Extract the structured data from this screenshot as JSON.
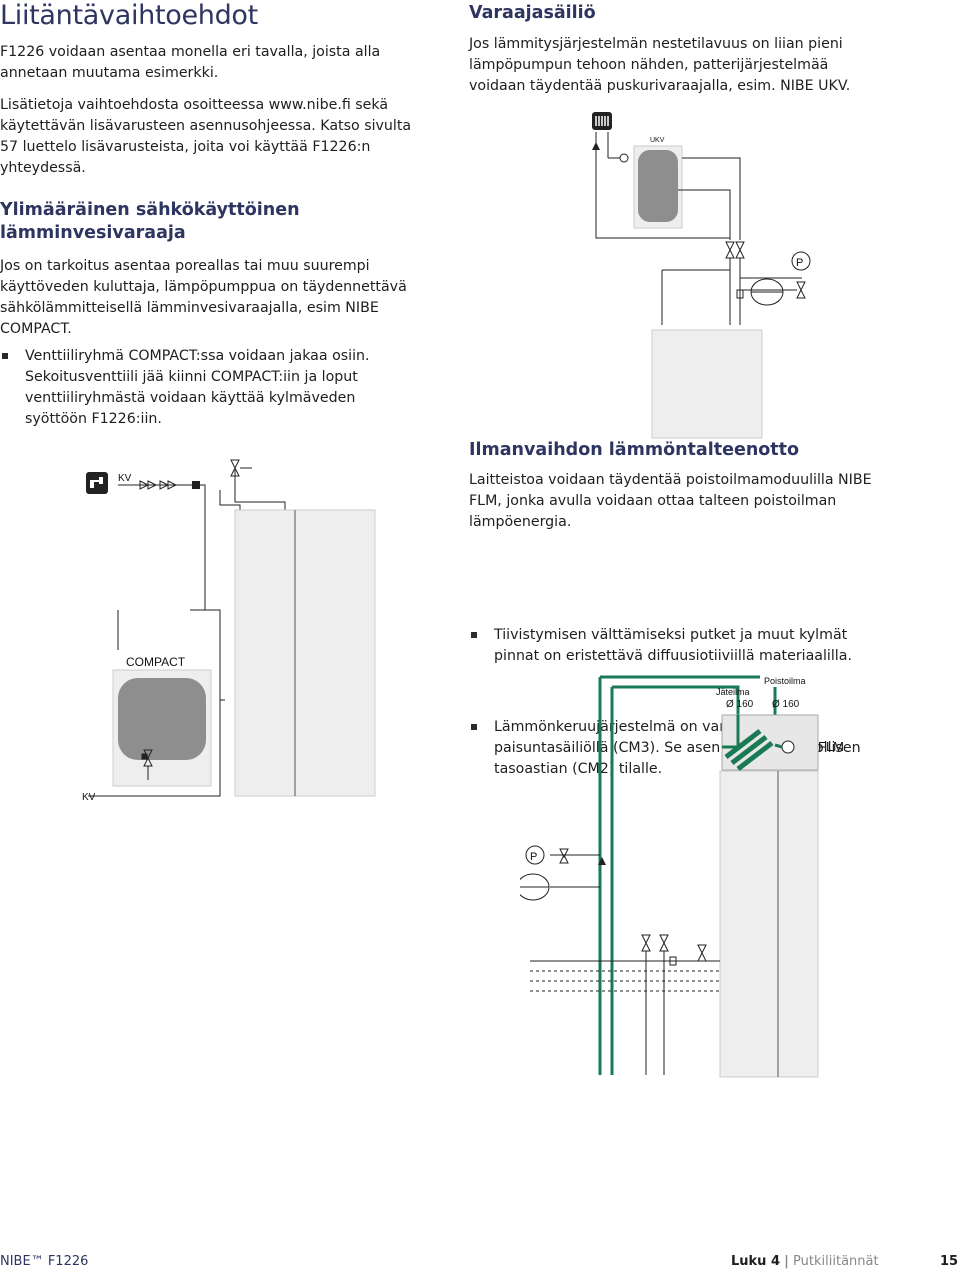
{
  "page": {
    "title": "Liitäntävaihtoehdot"
  },
  "intro": {
    "p1": "F1226 voidaan asentaa monella eri tavalla, joista alla annetaan muutama esimerkki.",
    "p2": "Lisätietoja vaihtoehdosta osoitteessa www.nibe.fi sekä käytettävän lisävarusteen asennusohjeessa. Katso sivulta 57 luettelo lisävarusteista, joita voi käyttää F1226:n yhteydessä."
  },
  "section_water_heater": {
    "heading": "Ylimääräinen sähkökäyttöinen lämminvesivaraaja",
    "body": "Jos on tarkoitus asentaa poreallas tai muu suurempi käyttöveden kuluttaja, lämpöpumppua on täydennettävä sähkölämmitteisellä lämminvesivaraajalla, esim NIBE COMPACT.",
    "bullets": [
      "Venttiiliryhmä COMPACT:ssa voidaan jakaa osiin. Sekoitusventtiili jää kiinni COMPACT:iin ja loput venttiiliryhmästä voidaan käyttää kylmäveden syöttöön F1226:iin."
    ]
  },
  "section_buffer": {
    "heading": "Varaajasäiliö",
    "body": "Jos lämmitysjärjestelmän nestetilavuus on liian pieni lämpöpumpun tehoon nähden, patterijärjestelmää voidaan täydentää puskurivaraajalla, esim. NIBE UKV."
  },
  "section_ventilation": {
    "heading": "Ilmanvaihdon lämmöntalteenotto",
    "body": "Laitteistoa voidaan täydentää poistoilmamoduulilla NIBE FLM, jonka avulla voidaan ottaa talteen poistoilman lämpöenergia.",
    "bullets": [
      "Tiivistymisen välttämiseksi putket ja muut kylmät pinnat on eristettävä diffuusiotiiviillä materiaalilla.",
      "Lämmönkeruujärjestelmä on varustettava paisuntasäiliöllä (CM3). Se asennetaan mahdollisen tasoastian (CM2) tilalle."
    ]
  },
  "diagram_compact": {
    "kv_top": "KV",
    "kv_bottom": "KV",
    "compact": "COMPACT"
  },
  "diagram_ukv": {
    "ukv": "UKV",
    "p": "P"
  },
  "diagram_flm": {
    "exhaust_label": "Jäteilma",
    "exhaust_dim": "Ø 160",
    "extract_label": "Poistoilma",
    "extract_dim": "Ø 160",
    "flm": "FLM",
    "p": "P"
  },
  "footer": {
    "brand": "NIBE™ F1226",
    "chapter": "Luku 4",
    "chapter_title": "Putkiliitännät",
    "page_number": "15"
  },
  "colors": {
    "heading": "#2d3560",
    "pipe_green": "#1a7a55",
    "unit_gray": "#eeeeee"
  }
}
